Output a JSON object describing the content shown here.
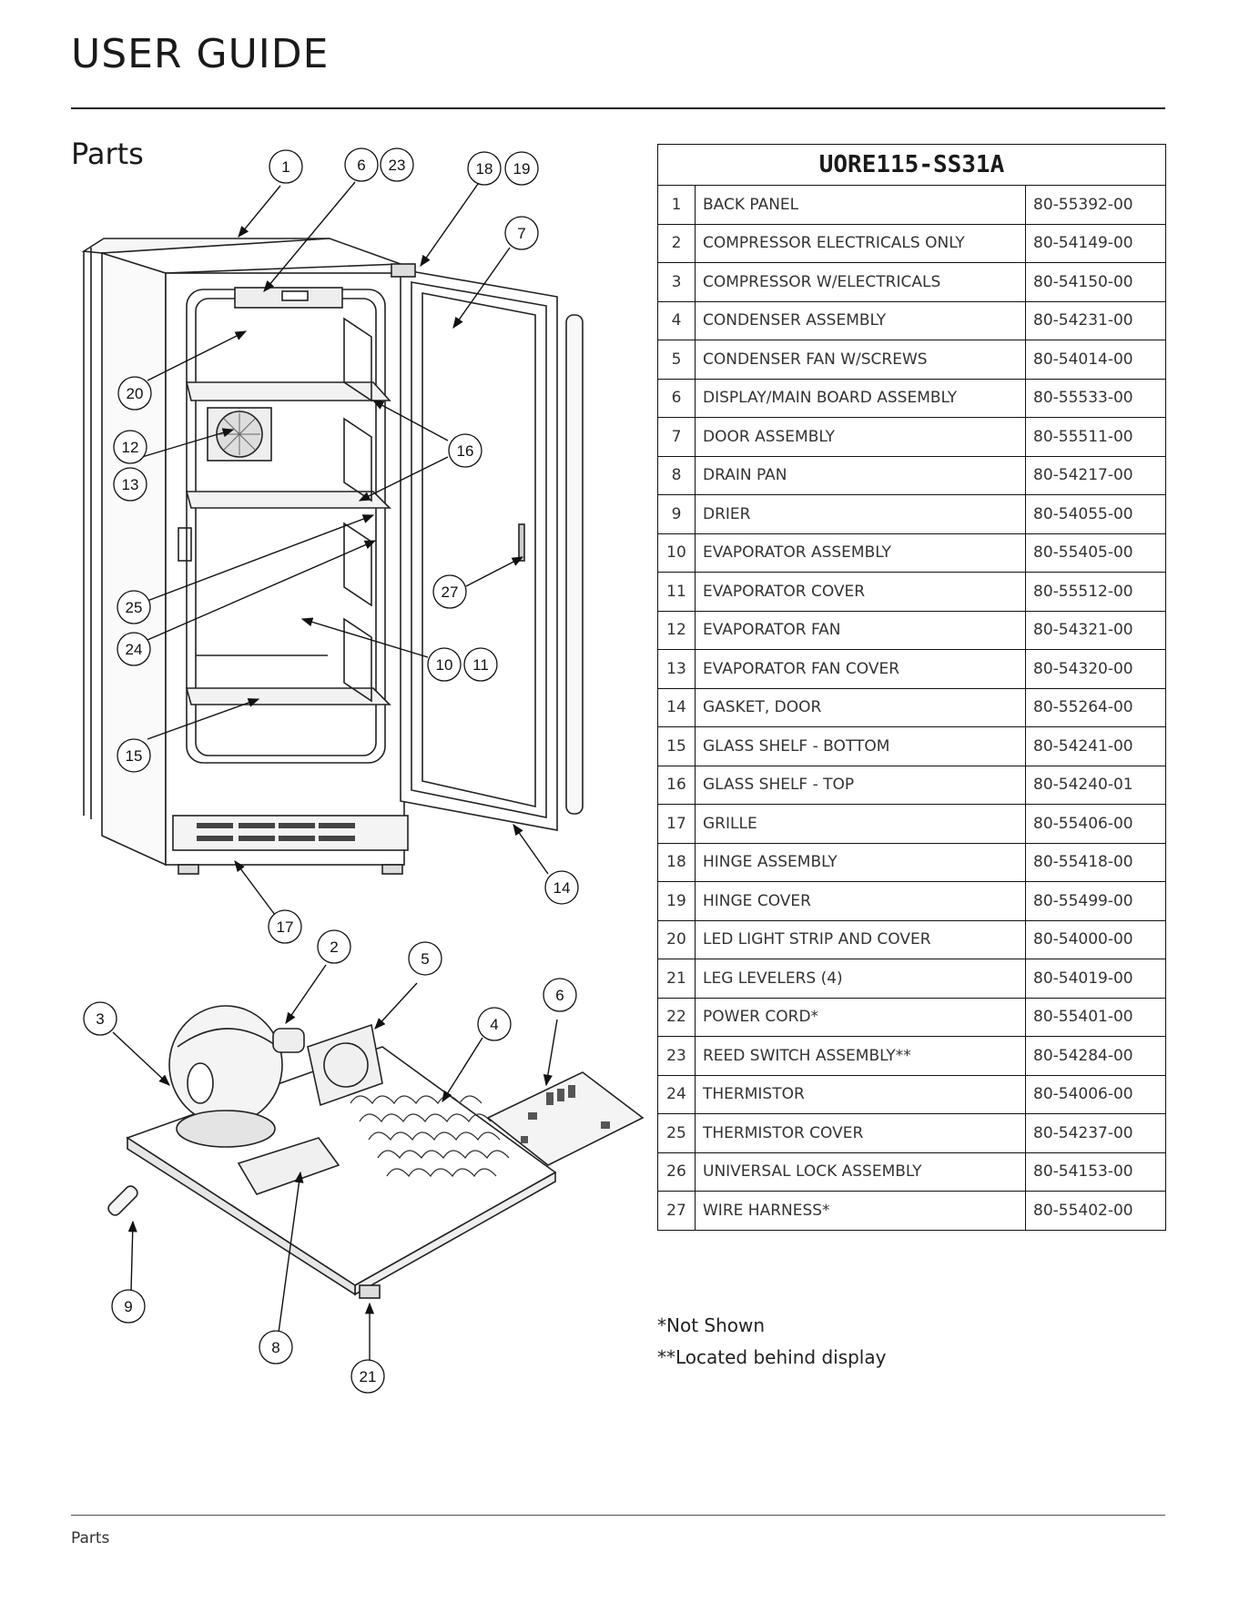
{
  "header": {
    "title": "USER GUIDE"
  },
  "section": {
    "title": "Parts"
  },
  "table": {
    "model": "UORE115-SS31A",
    "rows": [
      {
        "num": "1",
        "name": "BACK PANEL",
        "part": "80-55392-00"
      },
      {
        "num": "2",
        "name": "COMPRESSOR ELECTRICALS ONLY",
        "part": "80-54149-00"
      },
      {
        "num": "3",
        "name": "COMPRESSOR W/ELECTRICALS",
        "part": "80-54150-00"
      },
      {
        "num": "4",
        "name": "CONDENSER ASSEMBLY",
        "part": "80-54231-00"
      },
      {
        "num": "5",
        "name": "CONDENSER FAN W/SCREWS",
        "part": "80-54014-00"
      },
      {
        "num": "6",
        "name": "DISPLAY/MAIN BOARD ASSEMBLY",
        "part": "80-55533-00"
      },
      {
        "num": "7",
        "name": "DOOR ASSEMBLY",
        "part": "80-55511-00"
      },
      {
        "num": "8",
        "name": "DRAIN PAN",
        "part": "80-54217-00"
      },
      {
        "num": "9",
        "name": "DRIER",
        "part": "80-54055-00"
      },
      {
        "num": "10",
        "name": "EVAPORATOR ASSEMBLY",
        "part": "80-55405-00"
      },
      {
        "num": "11",
        "name": "EVAPORATOR COVER",
        "part": "80-55512-00"
      },
      {
        "num": "12",
        "name": "EVAPORATOR FAN",
        "part": "80-54321-00"
      },
      {
        "num": "13",
        "name": "EVAPORATOR FAN COVER",
        "part": "80-54320-00"
      },
      {
        "num": "14",
        "name": "GASKET, DOOR",
        "part": "80-55264-00"
      },
      {
        "num": "15",
        "name": "GLASS SHELF - BOTTOM",
        "part": "80-54241-00"
      },
      {
        "num": "16",
        "name": "GLASS SHELF - TOP",
        "part": "80-54240-01"
      },
      {
        "num": "17",
        "name": "GRILLE",
        "part": "80-55406-00"
      },
      {
        "num": "18",
        "name": "HINGE ASSEMBLY",
        "part": "80-55418-00"
      },
      {
        "num": "19",
        "name": "HINGE COVER",
        "part": "80-55499-00"
      },
      {
        "num": "20",
        "name": "LED LIGHT STRIP AND COVER",
        "part": "80-54000-00"
      },
      {
        "num": "21",
        "name": "LEG LEVELERS (4)",
        "part": "80-54019-00"
      },
      {
        "num": "22",
        "name": "POWER CORD*",
        "part": "80-55401-00"
      },
      {
        "num": "23",
        "name": "REED SWITCH ASSEMBLY**",
        "part": "80-54284-00"
      },
      {
        "num": "24",
        "name": "THERMISTOR",
        "part": "80-54006-00"
      },
      {
        "num": "25",
        "name": "THERMISTOR COVER",
        "part": "80-54237-00"
      },
      {
        "num": "26",
        "name": "UNIVERSAL LOCK ASSEMBLY",
        "part": "80-54153-00"
      },
      {
        "num": "27",
        "name": "WIRE HARNESS*",
        "part": "80-55402-00"
      }
    ]
  },
  "notes": {
    "not_shown": "*Not Shown",
    "behind_display": "**Located behind display"
  },
  "diagram": {
    "callouts": [
      "1",
      "6",
      "23",
      "18",
      "19",
      "7",
      "20",
      "16",
      "12",
      "13",
      "27",
      "25",
      "24",
      "10",
      "11",
      "15",
      "14",
      "17",
      "2",
      "5",
      "6",
      "3",
      "4",
      "9",
      "8",
      "21"
    ]
  },
  "footer": {
    "label": "Parts"
  }
}
